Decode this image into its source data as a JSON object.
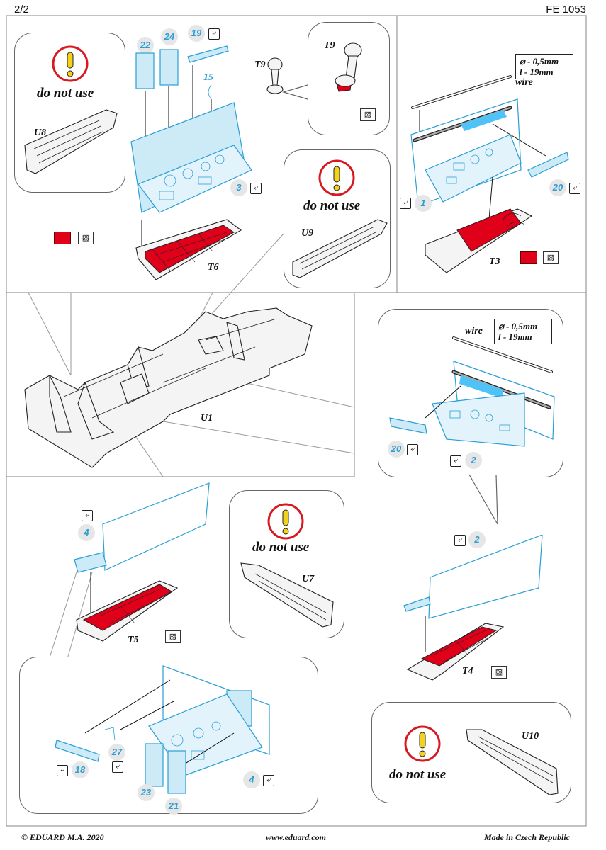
{
  "header": {
    "page": "2/2",
    "code": "FE 1053"
  },
  "warnings": {
    "text": "do not use"
  },
  "parts": {
    "U8": "U8",
    "U9": "U9",
    "U7": "U7",
    "U10": "U10",
    "U1": "U1",
    "T9": "T9",
    "T6": "T6",
    "T3": "T3",
    "T5": "T5",
    "T4": "T4"
  },
  "steps": {
    "s22": "22",
    "s24": "24",
    "s19": "19",
    "s15": "15",
    "s3": "3",
    "s1": "1",
    "s20a": "20",
    "s20b": "20",
    "s2a": "2",
    "s2b": "2",
    "s4a": "4",
    "s4b": "4",
    "s27": "27",
    "s18": "18",
    "s23": "23",
    "s21": "21"
  },
  "wire": {
    "label": "wire",
    "diameter": "⌀ - 0,5mm",
    "length": "l - 19mm"
  },
  "footer": {
    "copyright": "© EDUARD  M.A. 2020",
    "website": "www.eduard.com",
    "origin": "Made in Czech Republic"
  },
  "colors": {
    "pe_blue": "#2a9fd6",
    "decal_red": "#e0001a"
  },
  "icons": {
    "bend": "bend-icon",
    "paint": "paint-icon",
    "warning": "warning-icon"
  }
}
